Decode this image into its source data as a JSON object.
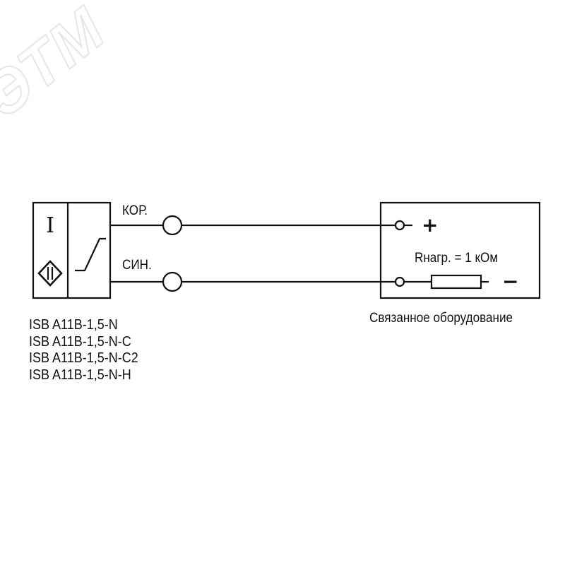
{
  "sensor": {
    "type_letter": "I",
    "models": [
      "ISB A11B-1,5-N",
      "ISB A11B-1,5-N-C",
      "ISB A11B-1,5-N-C2",
      "ISB A11B-1,5-N-H"
    ]
  },
  "wires": [
    {
      "label": "КОР."
    },
    {
      "label": "СИН."
    }
  ],
  "equipment": {
    "label": "Связанное оборудование",
    "plus_sign": "+",
    "minus_sign": "−",
    "load_label": "Rнагр. = 1 кОм"
  },
  "watermark": {
    "text": "ЭТМ"
  },
  "colors": {
    "line": "#111111",
    "watermark": "#ececec",
    "background": "#ffffff"
  }
}
